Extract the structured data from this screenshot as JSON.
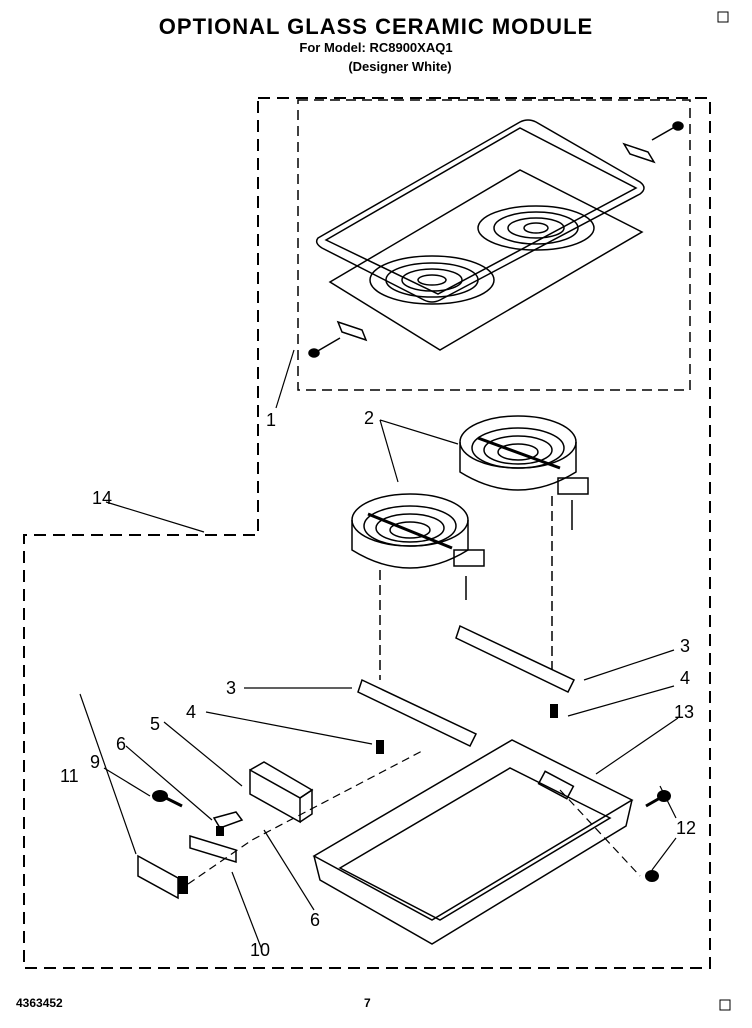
{
  "header": {
    "title": "OPTIONAL GLASS CERAMIC MODULE",
    "model_line": "For Model: RC8900XAQ1",
    "color_line": "(Designer White)"
  },
  "footer": {
    "part_number": "4363452",
    "page_number": "7"
  },
  "callouts": [
    "1",
    "2",
    "3",
    "3",
    "4",
    "4",
    "5",
    "6",
    "6",
    "9",
    "10",
    "11",
    "12",
    "13",
    "14"
  ]
}
